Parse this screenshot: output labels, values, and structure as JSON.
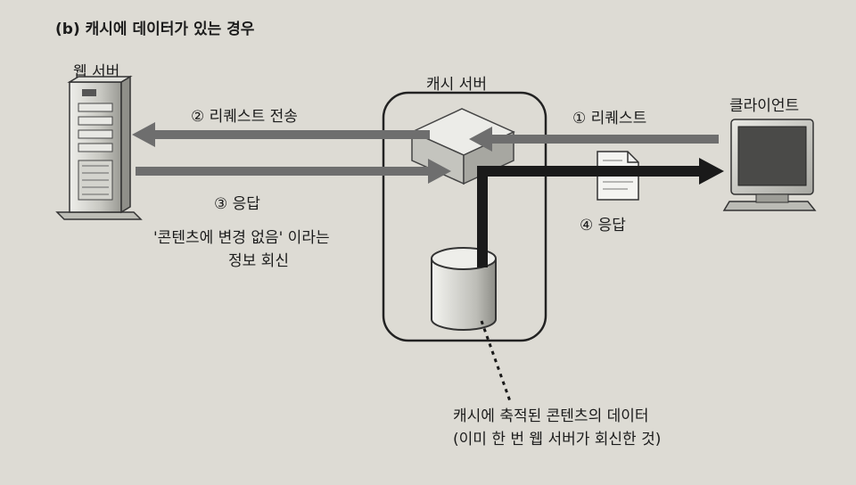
{
  "figure": {
    "title": "(b) 캐시에 데이터가 있는 경우"
  },
  "nodes": {
    "web_server": "웹 서버",
    "cache_server": "캐시 서버",
    "client": "클라이언트"
  },
  "steps": {
    "step1": "① 리퀘스트",
    "step2": "② 리퀘스트 전송",
    "step3": "③ 응답",
    "step4": "④ 응답"
  },
  "notes": {
    "no_change_line1": "'콘텐츠에 변경 없음' 이라는",
    "no_change_line2": "정보 회신",
    "cache_data_line1": "캐시에 축적된 콘텐츠의 데이터",
    "cache_data_line2": "(이미 한 번 웹 서버가 회신한 것)"
  },
  "colors": {
    "background": "#dddbd4",
    "gray_arrow": "#6e6e6e",
    "black_arrow": "#1a1a1a",
    "outline": "#222222"
  }
}
